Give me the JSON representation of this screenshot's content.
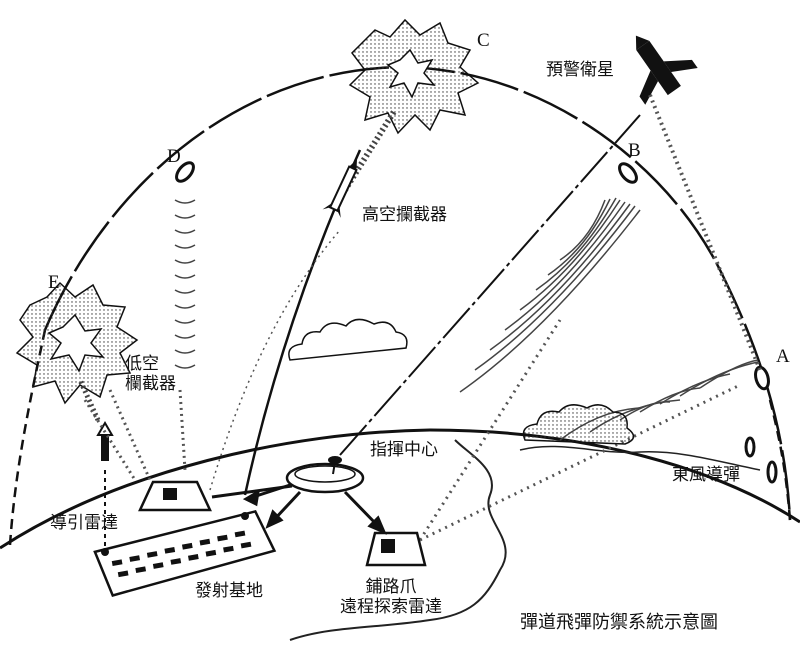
{
  "points": {
    "a": "A",
    "b": "B",
    "c": "C",
    "d": "D",
    "e": "E"
  },
  "labels": {
    "satellite": "預警衛星",
    "high_interceptor": "高空攔截器",
    "low_interceptor_line1": "低空",
    "low_interceptor_line2": "欄截器",
    "command_center": "指揮中心",
    "df_missile": "東風導彈",
    "guidance_radar": "導引雷達",
    "launch_base": "發射基地",
    "pave_paws_line1": "鋪路爪",
    "pave_paws_line2": "遠程探索雷達"
  },
  "caption": "彈道飛彈防禦系統示意圖",
  "colors": {
    "ink": "#111111",
    "background": "#ffffff"
  }
}
